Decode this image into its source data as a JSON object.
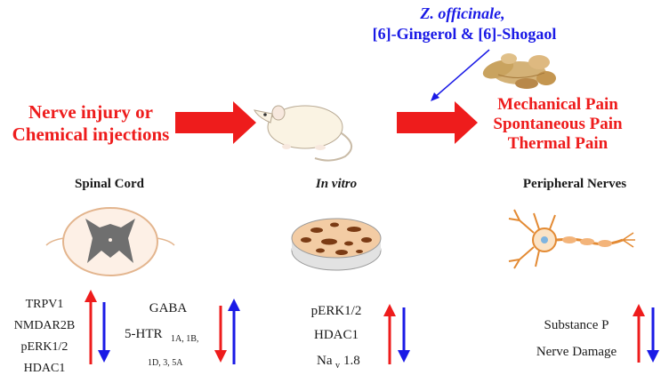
{
  "treatment": {
    "line1": "Z. officinale,",
    "line2": "[6]-Gingerol & [6]-Shogaol"
  },
  "cause": {
    "line1": "Nerve injury or",
    "line2": "Chemical injections"
  },
  "outcomes": [
    "Mechanical Pain",
    "Spontaneous Pain",
    "Thermal Pain"
  ],
  "sections": {
    "spinal": "Spinal Cord",
    "invitro": "In vitro",
    "peripheral": "Peripheral Nerves"
  },
  "spinal_left_markers": [
    "TRPV1",
    "NMDAR2B",
    "pERK1/2",
    "HDAC1"
  ],
  "spinal_right_markers": {
    "gaba": "GABA",
    "htr_main": "5-HTR",
    "htr_sub1": "1A, 1B,",
    "htr_sub2": "1D, 3, 5A"
  },
  "invitro_markers": {
    "m1": "pERK1/2",
    "m2": "HDAC1",
    "m3_main": "Na",
    "m3_sub": "v",
    "m3_rest": "1.8"
  },
  "peripheral_markers": [
    "Substance P",
    "Nerve Damage"
  ],
  "colors": {
    "red": "#ee1c1c",
    "blue": "#1a1ae6",
    "text": "#1a1a1a"
  }
}
